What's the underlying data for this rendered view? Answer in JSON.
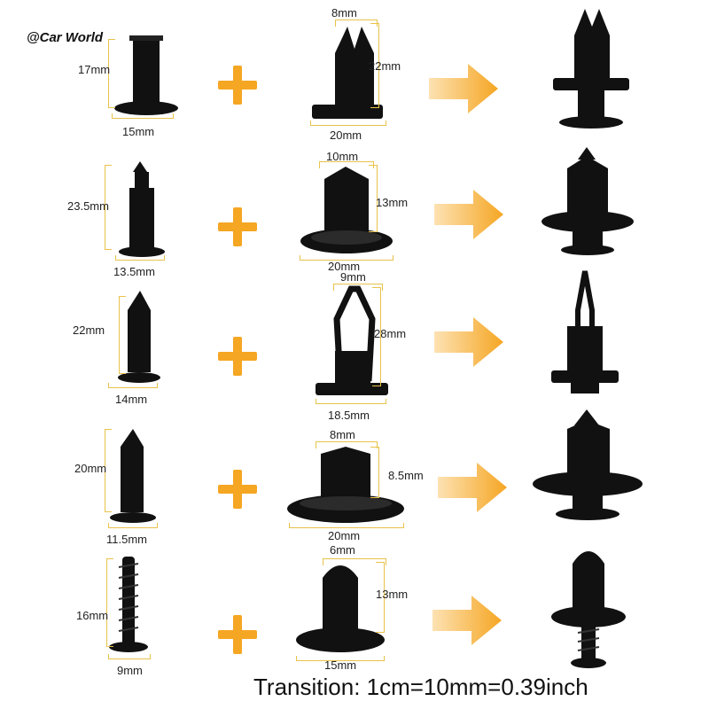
{
  "watermark": "@Car World",
  "rows": [
    {
      "a_h": "17mm",
      "a_w": "15mm",
      "b_top": "8mm",
      "b_side": "22mm",
      "b_bottom": "20mm"
    },
    {
      "a_h": "23.5mm",
      "a_w": "13.5mm",
      "b_top": "10mm",
      "b_side": "13mm",
      "b_bottom": "20mm"
    },
    {
      "a_h": "22mm",
      "a_w": "14mm",
      "b_top": "9mm",
      "b_side": "28mm",
      "b_bottom": "18.5mm"
    },
    {
      "a_h": "20mm",
      "a_w": "11.5mm",
      "b_top": "8mm",
      "b_side": "8.5mm",
      "b_bottom": "20mm"
    },
    {
      "a_h": "16mm",
      "a_w": "9mm",
      "b_top": "6mm",
      "b_side": "13mm",
      "b_bottom": "15mm"
    }
  ],
  "footer": "Transition: 1cm=10mm=0.39inch",
  "colors": {
    "accent": "#f5a623",
    "part": "#111111",
    "dimension_line": "#e8c24a"
  },
  "icons": [
    "plus-icon",
    "arrow-right-icon"
  ]
}
